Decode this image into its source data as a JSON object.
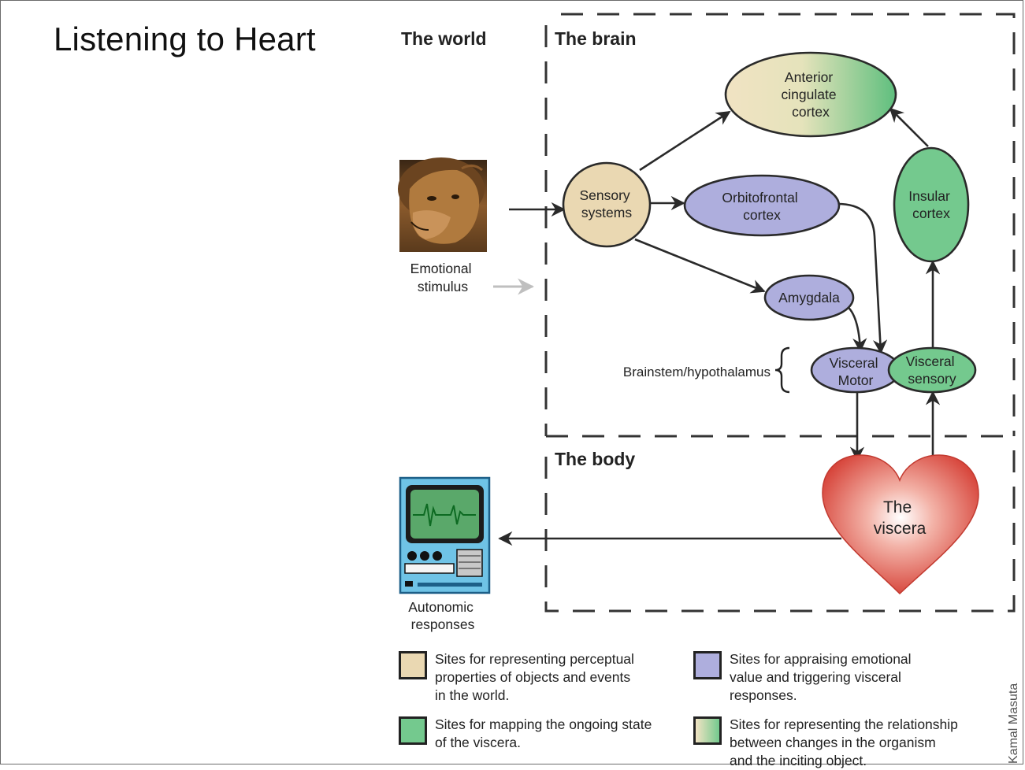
{
  "slide": {
    "title": "Listening to Heart"
  },
  "regions": {
    "world": "The world",
    "brain": "The brain",
    "body": "The body"
  },
  "nodes": {
    "acc": [
      "Anterior",
      "cingulate",
      "cortex"
    ],
    "sensory": [
      "Sensory",
      "systems"
    ],
    "ofc": [
      "Orbitofrontal",
      "cortex"
    ],
    "insular": [
      "Insular",
      "cortex"
    ],
    "amygdala": [
      "Amygdala"
    ],
    "visceral_motor": [
      "Visceral",
      "Motor"
    ],
    "visceral_sensory": [
      "Visceral",
      "sensory"
    ],
    "viscera": [
      "The",
      "viscera"
    ]
  },
  "labels": {
    "stimulus": [
      "Emotional",
      "stimulus"
    ],
    "brainstem": "Brainstem/hypothalamus",
    "autonomic": [
      "Autonomic",
      "responses"
    ]
  },
  "legend": [
    {
      "swatch": "tan",
      "text": "Sites for representing perceptual\nproperties of objects and events\nin the world."
    },
    {
      "swatch": "purple",
      "text": "Sites for appraising emotional\nvalue and triggering visceral\nresponses."
    },
    {
      "swatch": "green",
      "text": "Sites for mapping the ongoing state\nof the viscera."
    },
    {
      "swatch": "gradient",
      "text": "Sites for representing the relationship\nbetween changes in the organism\nand the inciting object."
    }
  ],
  "credit": "Kamal Masuta",
  "colors": {
    "tan": "#ead8b2",
    "purple": "#aeaedd",
    "green": "#74c98e",
    "heart": "#d94a3e",
    "monitor": "#6fc3e6",
    "stroke": "#2a2a2a"
  }
}
